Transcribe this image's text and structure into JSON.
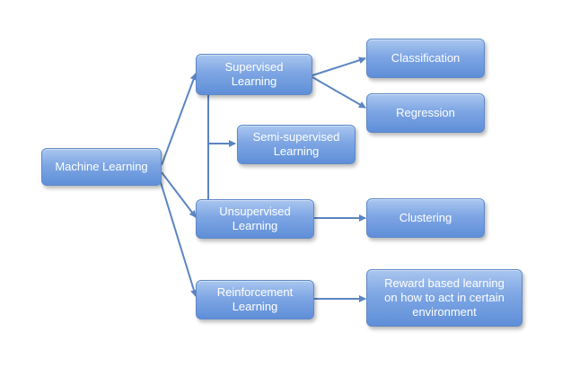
{
  "nodes": {
    "machine_learning": "Machine Learning",
    "supervised_learning": "Supervised\nLearning",
    "semi_supervised_learning": "Semi-supervised\nLearning",
    "unsupervised_learning": "Unsupervised\nLearning",
    "reinforcement_learning": "Reinforcement\nLearning",
    "classification": "Classification",
    "regression": "Regression",
    "clustering": "Clustering",
    "reward_based_learning": "Reward based learning\non how to act in certain\nenvironment"
  },
  "colors": {
    "node_fill_top": "#a9c6ef",
    "node_fill_bottom": "#5f8fd8",
    "node_border": "#5e89c7",
    "connector": "#5b85c2",
    "node_text": "#ffffff"
  }
}
